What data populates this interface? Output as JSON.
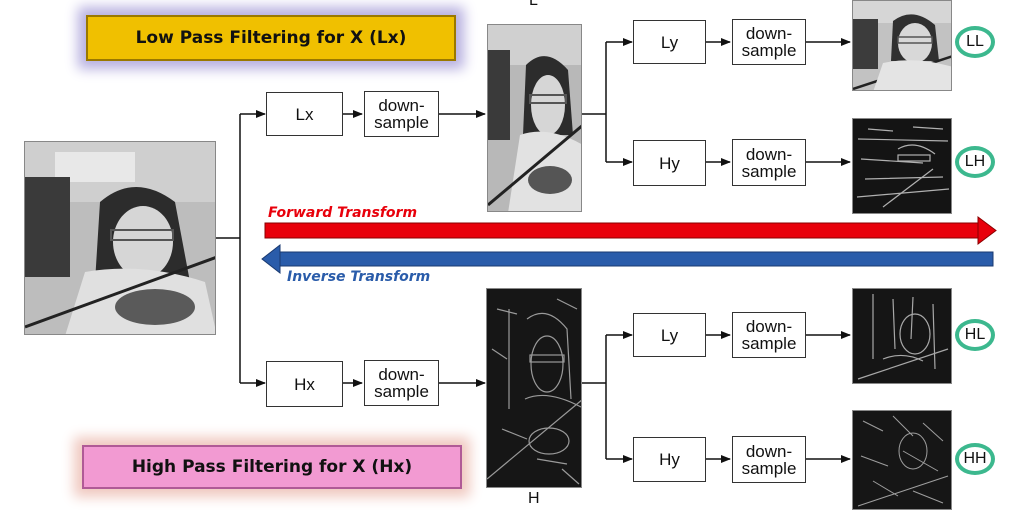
{
  "banners": {
    "low": "Low Pass Filtering for X (Lx)",
    "high": "High Pass Filtering for X (Hx)"
  },
  "labels": {
    "l_top": "L",
    "h_bottom": "H"
  },
  "boxes": {
    "lx": "Lx",
    "hx": "Hx",
    "ly_top": "Ly",
    "hy_top": "Hy",
    "ly_bottom": "Ly",
    "hy_bottom": "Hy",
    "downsample_line1": "down-",
    "downsample_line2": "sample"
  },
  "transforms": {
    "forward": "Forward Transform",
    "inverse": "Inverse Transform",
    "forward_color": "#e8000b",
    "inverse_color": "#2a5caa"
  },
  "subbands": {
    "ll": "LL",
    "lh": "LH",
    "hl": "HL",
    "hh": "HH",
    "circle_color": "#3cb88e"
  }
}
